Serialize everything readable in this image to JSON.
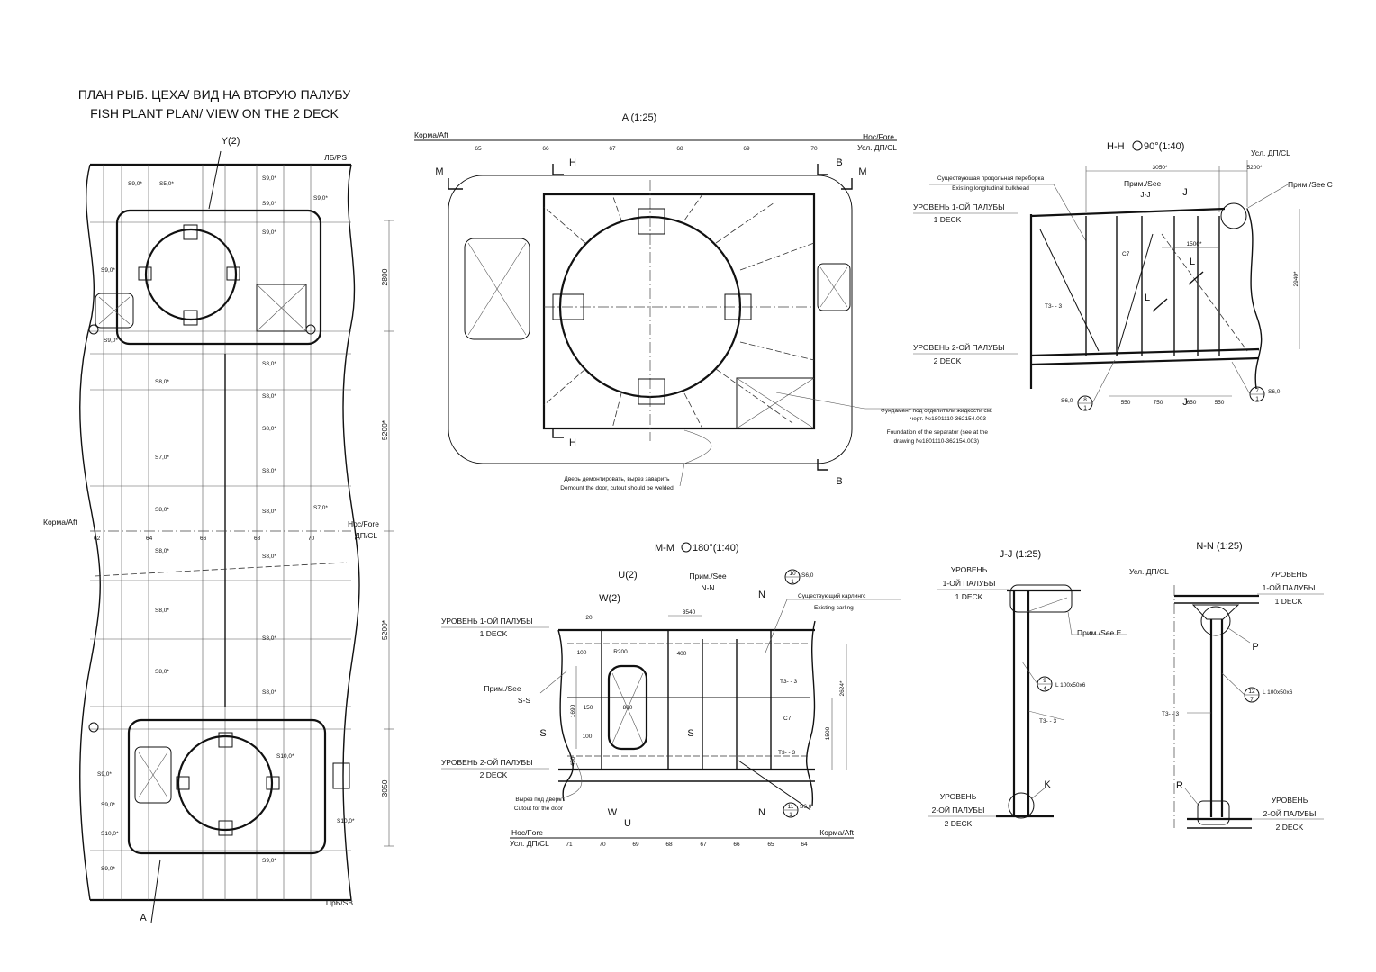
{
  "plan": {
    "title_ru": "ПЛАН РЫБ. ЦЕХА/ ВИД НА ВТОРУЮ ПАЛУБУ",
    "title_en": "FISH PLANT PLAN/ VIEW ON THE 2 DECK",
    "callout_top": "Y(2)",
    "callout_bottom": "A",
    "side_ps": "ЛБ/PS",
    "side_sb": "ПрБ/SB",
    "aft": "Корма/Aft",
    "fore": "Нос/Fore",
    "cl": "ДП/CL",
    "frames": [
      "62",
      "64",
      "66",
      "68",
      "70"
    ],
    "dims": [
      "2800",
      "5200*",
      "5200*",
      "3050"
    ],
    "welds": [
      "S9,0*",
      "S5,0*",
      "S9,0*",
      "S9,0*",
      "S9,0*",
      "S9,0*",
      "S9,0*",
      "S9,0*",
      "S8,0*",
      "S8,0*",
      "S8,0*",
      "S8,0*",
      "S7,0*",
      "S8,0*",
      "S8,0*",
      "S7,0*",
      "S8,0*",
      "S8,0*",
      "S8,0*",
      "S8,0*",
      "S8,0*",
      "S8,0*",
      "S8,0*",
      "S10,0*",
      "S9,0*",
      "S9,0*",
      "S10,0*",
      "S10,0*",
      "S9,0*",
      "S9,0*"
    ]
  },
  "viewA": {
    "title": "A (1:25)",
    "aft": "Корма/Aft",
    "fore": "Нос/Fore",
    "cl": "Усл. ДП/CL",
    "frames": [
      "65",
      "66",
      "67",
      "68",
      "69",
      "70"
    ],
    "cuts": [
      "M",
      "M",
      "H",
      "H",
      "B",
      "B"
    ],
    "note_found_ru": "Фундамент под отделители жидкости см.",
    "note_found_ru2": "черт. №1801110-362154.003",
    "note_found_en": "Foundation of the separator (see at the",
    "note_found_en2": "drawing №1801110-362154.003)",
    "note_door_ru": "Дверь демонтировать, вырез заварить",
    "note_door_en": "Demount the door, cutout should be welded"
  },
  "viewHH": {
    "title": "H-H",
    "rot": "90°(1:40)",
    "cl": "Усл. ДП/CL",
    "see_c": "Прим./See C",
    "see": "Прим./See",
    "jj": "J-J",
    "j": "J",
    "l": "L",
    "bulkhead_ru": "Существующая продольная переборка",
    "bulkhead_en": "Existing longitudinal bulkhead",
    "deck1_ru": "УРОВЕНЬ 1-ОЙ ПАЛУБЫ",
    "deck1_en": "1 DECK",
    "deck2_ru": "УРОВЕНЬ 2-ОЙ ПАЛУБЫ",
    "deck2_en": "2 DECK",
    "dims": [
      "3050*",
      "5200*",
      "1500*",
      "2940*",
      "550",
      "750",
      "650",
      "550"
    ],
    "c7": "C7",
    "t3": "T3-  - 3",
    "s6a": "S6,0",
    "s6b": "S6,0",
    "bub_left": [
      "8",
      "1"
    ],
    "bub_right": [
      "7",
      "1"
    ]
  },
  "viewMM": {
    "title": "M-M",
    "rot": "180°(1:40)",
    "u2": "U(2)",
    "w2": "W(2)",
    "see_nn": "Прим./See",
    "nn": "N-N",
    "n": "N",
    "s": "S",
    "w": "W",
    "u": "U",
    "carling_ru": "Существующий карлингс",
    "carling_en": "Existing carling",
    "see_ss": "Прим./See",
    "ss": "S-S",
    "deck1_ru": "УРОВЕНЬ 1-ОЙ ПАЛУБЫ",
    "deck1_en": "1 DECK",
    "deck2_ru": "УРОВЕНЬ 2-ОЙ ПАЛУБЫ",
    "deck2_en": "2 DECK",
    "cutout_ru": "Вырез под дверь",
    "cutout_en": "Cutout for the door",
    "fore": "Нос/Fore",
    "cl": "Усл. ДП/CL",
    "aft": "Корма/Aft",
    "frames": [
      "71",
      "70",
      "69",
      "68",
      "67",
      "66",
      "65",
      "64"
    ],
    "dims": [
      "20",
      "3540",
      "100",
      "R200",
      "400",
      "150",
      "800",
      "100",
      "1690",
      "450",
      "1500",
      "2624*"
    ],
    "c7": "C7",
    "t3a": "T3-  - 3",
    "t3b": "T3-  - 3",
    "s6top": "S6,0",
    "s6bot": "S6,0",
    "bub_top": [
      "10",
      "1"
    ],
    "bub_bot": [
      "11",
      "1"
    ]
  },
  "viewJJ": {
    "title": "J-J (1:25)",
    "deck1_ru1": "УРОВЕНЬ",
    "deck1_ru2": "1-ОЙ ПАЛУБЫ",
    "deck1_en": "1 DECK",
    "deck2_ru1": "УРОВЕНЬ",
    "deck2_ru2": "2-ОЙ ПАЛУБЫ",
    "deck2_en": "2 DECK",
    "see_e": "Прим./See E",
    "profile": "L 100x50x6",
    "bub": [
      "9",
      "4"
    ],
    "t3": "T3-  - 3",
    "k": "K"
  },
  "viewNN": {
    "title": "N-N (1:25)",
    "cl": "Усл. ДП/CL",
    "deck1_ru1": "УРОВЕНЬ",
    "deck1_ru2": "1-ОЙ ПАЛУБЫ",
    "deck1_en": "1 DECK",
    "deck2_ru1": "УРОВЕНЬ",
    "deck2_ru2": "2-ОЙ ПАЛУБЫ",
    "deck2_en": "2 DECK",
    "p": "P",
    "r": "R",
    "profile": "L 100x50x6",
    "bub": [
      "12",
      "7"
    ],
    "t3": "T3-  - 3"
  }
}
